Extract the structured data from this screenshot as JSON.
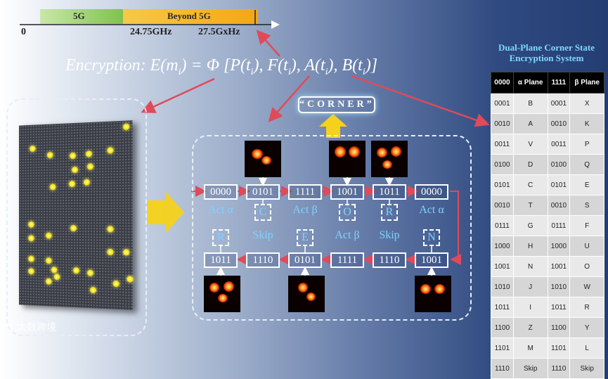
{
  "spectrum": {
    "band1": "5G",
    "band2": "Beyond 5G",
    "tick0": "0",
    "tick1": "24.75GHz",
    "tick2": "27.5GxHz"
  },
  "formula": {
    "prefix": "Encryption: E(m",
    "sub_i": "i",
    "middle": ") = Φ [P(t",
    "rest": "), F(t",
    "rest2": "), A(t",
    "rest3": "), B(t",
    "end": ")]"
  },
  "corner_label": "“CORNER”",
  "row1": {
    "states": [
      "0000",
      "0101",
      "1111",
      "1001",
      "1011",
      "0000"
    ],
    "labels": [
      "Act α",
      "C",
      "Act β",
      "O",
      "R",
      "Act α"
    ]
  },
  "row2": {
    "states": [
      "1011",
      "1110",
      "0101",
      "1111",
      "1110",
      "1001"
    ],
    "labels": [
      "R",
      "Skip",
      "E",
      "Act β",
      "Skip",
      "N"
    ]
  },
  "table": {
    "title_line1": "Dual-Plane Corner State",
    "title_line2": "Encryption System",
    "headers": [
      "0000",
      "α Plane",
      "1111",
      "β Plane"
    ],
    "rows": [
      [
        "0001",
        "B",
        "0001",
        "X"
      ],
      [
        "0010",
        "A",
        "0010",
        "K"
      ],
      [
        "0011",
        "V",
        "0011",
        "P"
      ],
      [
        "0100",
        "D",
        "0100",
        "Q"
      ],
      [
        "0101",
        "C",
        "0101",
        "E"
      ],
      [
        "0010",
        "T",
        "0010",
        "S"
      ],
      [
        "0111",
        "G",
        "0111",
        "F"
      ],
      [
        "1000",
        "H",
        "1000",
        "U"
      ],
      [
        "1001",
        "N",
        "1001",
        "O"
      ],
      [
        "1010",
        "J",
        "1010",
        "W"
      ],
      [
        "1011",
        "I",
        "1011",
        "R"
      ],
      [
        "1100",
        "Z",
        "1100",
        "Y"
      ],
      [
        "1101",
        "M",
        "1101",
        "L"
      ],
      [
        "1110",
        "Skip",
        "1110",
        "Skip"
      ]
    ]
  },
  "watermark": "太数跨境",
  "colors": {
    "accent_text": "#7fd2ff",
    "arrow_red": "#e04a5a",
    "big_arrow": "#f5d21a"
  }
}
